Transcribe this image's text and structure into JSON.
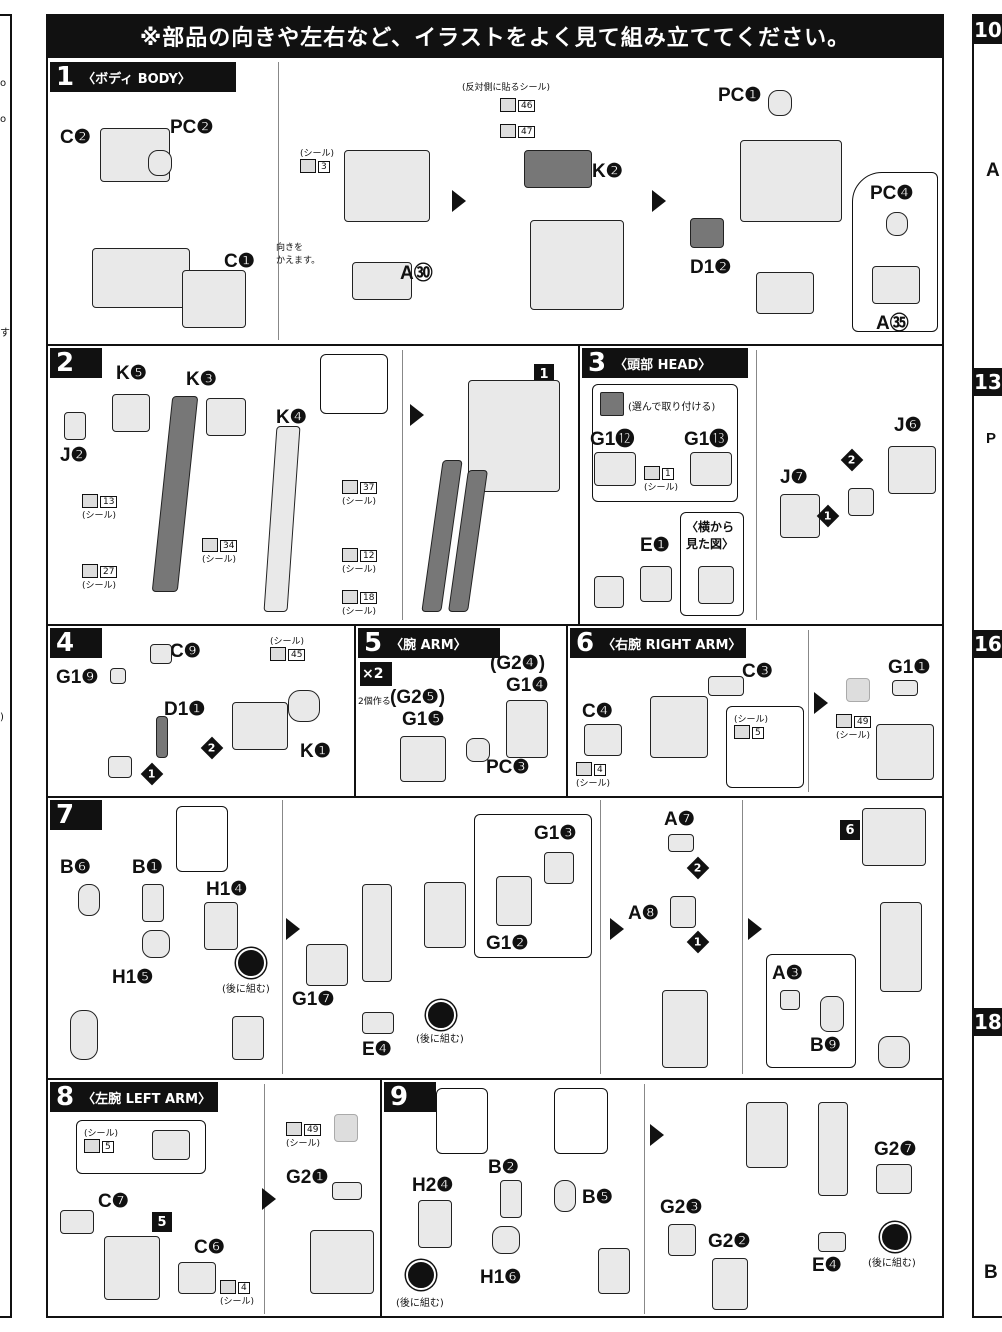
{
  "banner": "※部品の向きや左右など、イラストをよく見て組み立ててください。",
  "sections": {
    "s1": {
      "num": "1",
      "title": "〈ボディ BODY〉"
    },
    "s2": {
      "num": "2"
    },
    "s3": {
      "num": "3",
      "title": "〈頭部 HEAD〉"
    },
    "s4": {
      "num": "4"
    },
    "s5": {
      "num": "5",
      "title": "〈腕 ARM〉"
    },
    "s6": {
      "num": "6",
      "title": "〈右腕 RIGHT ARM〉"
    },
    "s7": {
      "num": "7"
    },
    "s8": {
      "num": "8",
      "title": "〈左腕 LEFT ARM〉"
    },
    "s9": {
      "num": "9"
    }
  },
  "labels": {
    "c2": "C❷",
    "pc2": "PC❷",
    "c1": "C❶",
    "sticker": "(シール)",
    "mukiwo": "向きを\nかえます。",
    "a30": "A㉚",
    "hantai": "(反対側に貼るシール)",
    "k2": "K❷",
    "pc1": "PC❶",
    "d12": "D1❷",
    "pc4": "PC❹",
    "a35": "A㉟",
    "k5": "K❺",
    "k3": "K❸",
    "k4": "K❹",
    "j2": "J❷",
    "ref1": "1",
    "erande": "(選んで取り付ける)",
    "g112": "G1⓬",
    "g113": "G1⓭",
    "e1": "E❶",
    "yoko": "〈横から\n見た図〉",
    "j6": "J❻",
    "j7": "J❼",
    "c9": "C❾",
    "g19": "G1❾",
    "d11": "D1❶",
    "k1": "K❶",
    "x2": "×2",
    "nikotsukuru": "2個作る",
    "g24": "(G2❹)",
    "g14": "G1❹",
    "g25": "(G2❺)",
    "g15": "G1❺",
    "pc3": "PC❸",
    "c3": "C❸",
    "c4": "C❹",
    "g11": "G1❶",
    "b6": "B❻",
    "b1": "B❶",
    "h14": "H1❹",
    "h15": "H1❺",
    "g17": "G1❼",
    "e4": "E❹",
    "atonikumu": "(後に組む)",
    "g13": "G1❸",
    "g12": "G1❷",
    "a7": "A❼",
    "a8": "A❽",
    "ref6": "6",
    "a3": "A❸",
    "b9": "B❾",
    "c7": "C❼",
    "ref5": "5",
    "c6": "C❻",
    "g21": "G2❶",
    "b2": "B❷",
    "h24": "H2❹",
    "b5": "B❺",
    "h16": "H1❻",
    "g27": "G2❼",
    "g23": "G2❸",
    "g22": "G2❷",
    "e4b": "E❹",
    "step1": "1",
    "step2": "2"
  },
  "stickers": {
    "n3": "3",
    "n46": "46",
    "n47": "47",
    "n13": "13",
    "n37": "37",
    "n34": "34",
    "n27": "27",
    "n12": "12",
    "n18": "18",
    "n1": "1",
    "n45": "45",
    "n5": "5",
    "n4": "4",
    "n49": "49"
  },
  "side": {
    "right_nums": [
      "10",
      "13",
      "16",
      "18"
    ],
    "right_letters": [
      "A",
      "P",
      "B"
    ],
    "left_frag": [
      "o",
      "o",
      "す",
      ")"
    ]
  }
}
